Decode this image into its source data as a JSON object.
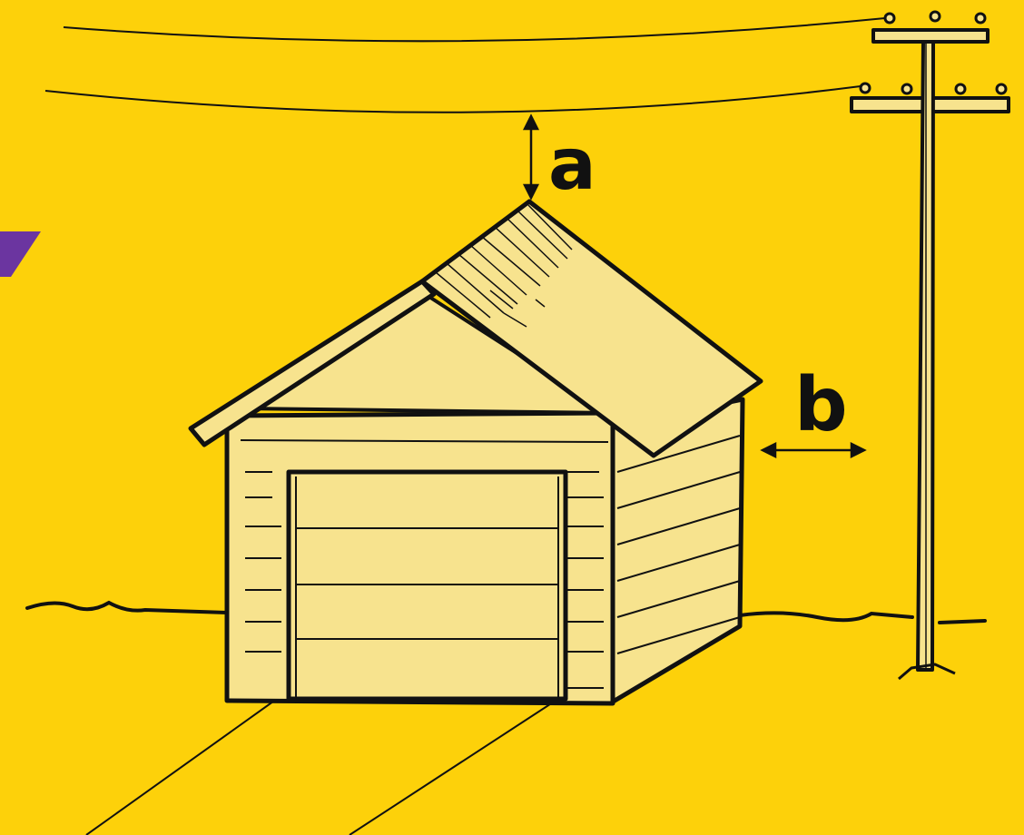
{
  "labels": {
    "a": "a",
    "b": "b"
  },
  "colors": {
    "background": "#FDD10A",
    "wood": "#F7E38E",
    "ink": "#111111",
    "accent_purple": "#6B35A0"
  },
  "icons": [
    "power-lines",
    "utility-pole",
    "garage",
    "dimension-arrow"
  ]
}
